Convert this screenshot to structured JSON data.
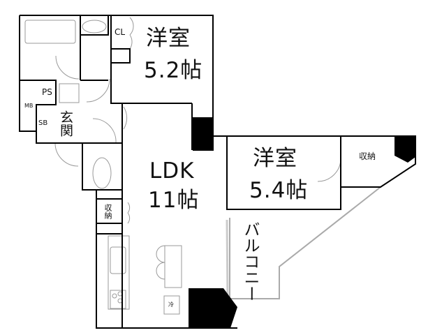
{
  "floorplan": {
    "rooms": {
      "western_room_1": {
        "name": "洋室",
        "size": "5.2帖"
      },
      "western_room_2": {
        "name": "洋室",
        "size": "5.4帖"
      },
      "ldk": {
        "name": "LDK",
        "size": "11帖"
      },
      "entrance": {
        "name": "玄関"
      },
      "balcony": {
        "name": "バルコニー"
      },
      "storage_right": {
        "name": "収納"
      },
      "storage_left": {
        "name": "収納"
      }
    },
    "labels": {
      "closet": "CL",
      "pipe_space": "PS",
      "meter_box": "MB",
      "shoe_box": "SB",
      "fridge": "冷"
    },
    "colors": {
      "wall": "#000000",
      "fixture_line": "#999999",
      "background": "#ffffff"
    }
  }
}
